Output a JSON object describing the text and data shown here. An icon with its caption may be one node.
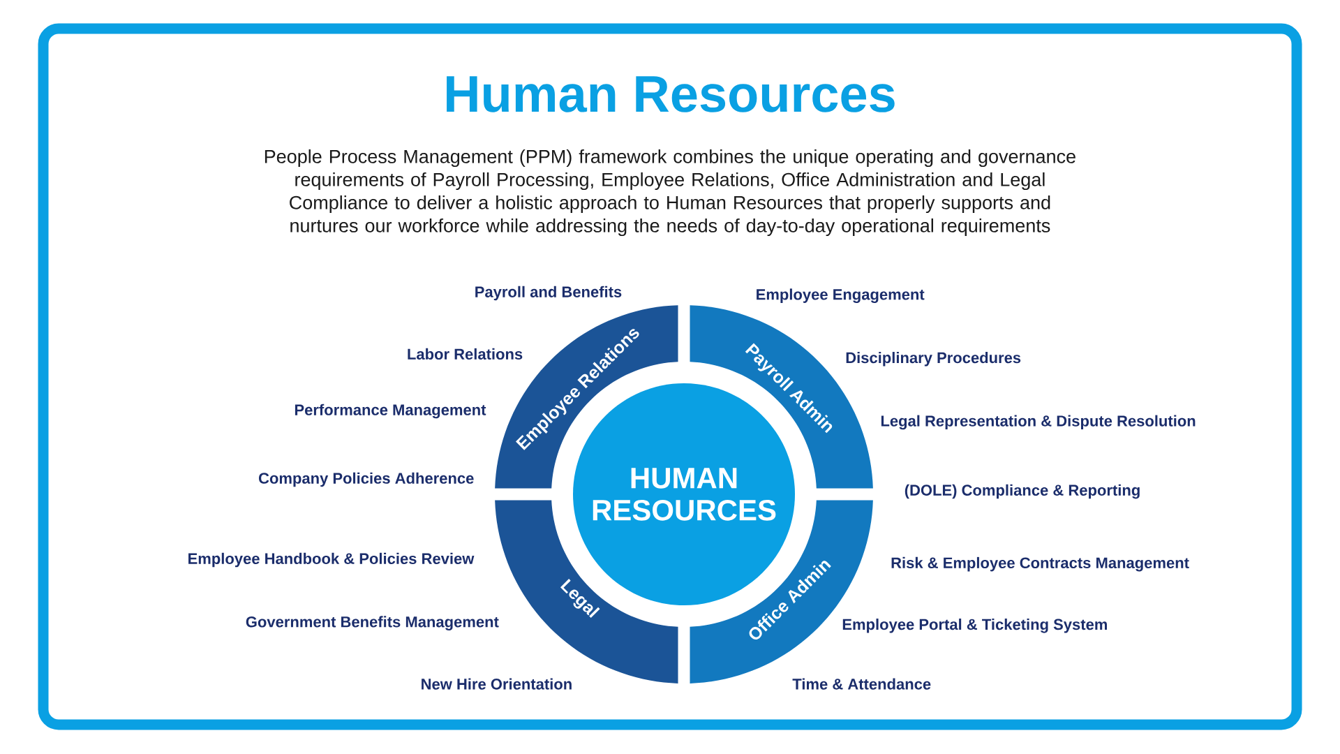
{
  "diagram": {
    "title": "Human Resources",
    "nodes": [
      {
        "text": [
          "Employee Relations"
        ]
      },
      {
        "text": [
          "Payroll Admin"
        ]
      },
      {
        "text": [
          "Legal"
        ]
      },
      {
        "text": [
          "Office Admin"
        ]
      },
      {
        "text": [
          "HUMAN RESOURCES"
        ]
      }
    ],
    "labels": [
      "People Process Management (PPM) framework combines the unique operating and governance requirements of Payroll Processing, Employee Relations, Office Administration and Legal Compliance to deliver a holistic approach to Human Resources that properly supports and nurtures our workforce while addressing the needs of day-to-day operational requirements",
      "Payroll and Benefits",
      "Employee Engagement",
      "Labor Relations",
      "Disciplinary Procedures",
      "Performance Management",
      "Legal Representation & Dispute Resolution",
      "Company Policies Adherence",
      "(DOLE) Compliance & Reporting",
      "Employee Handbook & Policies Review",
      "Risk & Employee Contracts Management",
      "Government Benefits Management",
      "Employee Portal & Ticketing System",
      "New Hire Orientation",
      "Time & Attendance"
    ]
  }
}
